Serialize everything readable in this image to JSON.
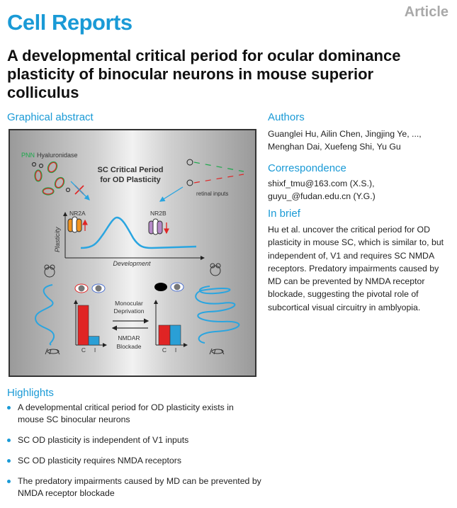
{
  "journal": "Cell Reports",
  "article_type": "Article",
  "title": "A developmental critical period for ocular dominance plasticity of binocular neurons in mouse superior colliculus",
  "graphical_abstract": {
    "heading": "Graphical abstract",
    "pnn": "PNN",
    "hyaluronidase": "Hyaluronidase",
    "title_line1": "SC Critical Period",
    "title_line2": "for OD Plasticity",
    "retinal_inputs": "retinal inputs",
    "nr2a": "NR2A",
    "nr2b": "NR2B",
    "y_axis": "Plasticity",
    "x_axis": "Development",
    "md_line1": "Monocular",
    "md_line2": "Deprivation",
    "nmdar_line1": "NMDAR",
    "nmdar_line2": "Blockade",
    "left_chart": {
      "labels": [
        "C",
        "I"
      ],
      "values": [
        1.0,
        0.22
      ]
    },
    "right_chart": {
      "labels": [
        "C",
        "I"
      ],
      "values": [
        0.5,
        0.5
      ]
    },
    "colors": {
      "contra": "#e02424",
      "ipsi": "#2a9fd6",
      "curve": "#2aa5e0"
    }
  },
  "authors": {
    "heading": "Authors",
    "line1": "Guanglei Hu, Ailin Chen, Jingjing Ye, ...,",
    "line2": "Menghan Dai, Xuefeng Shi, Yu Gu"
  },
  "correspondence": {
    "heading": "Correspondence",
    "line1": "shixf_tmu@163.com (X.S.),",
    "line2": "guyu_@fudan.edu.cn (Y.G.)"
  },
  "in_brief": {
    "heading": "In brief",
    "text": "Hu et al. uncover the critical period for OD plasticity in mouse SC, which is similar to, but independent of, V1 and requires SC NMDA receptors. Predatory impairments caused by MD can be prevented by NMDA receptor blockade, suggesting the pivotal role of subcortical visual circuitry in amblyopia."
  },
  "highlights": {
    "heading": "Highlights",
    "items": [
      "A developmental critical period for OD plasticity exists in mouse SC binocular neurons",
      "SC OD plasticity is independent of V1 inputs",
      "SC OD plasticity requires NMDA receptors",
      "The predatory impairments caused by MD can be prevented by NMDA receptor blockade"
    ]
  },
  "brand_color": "#1a9ad6"
}
